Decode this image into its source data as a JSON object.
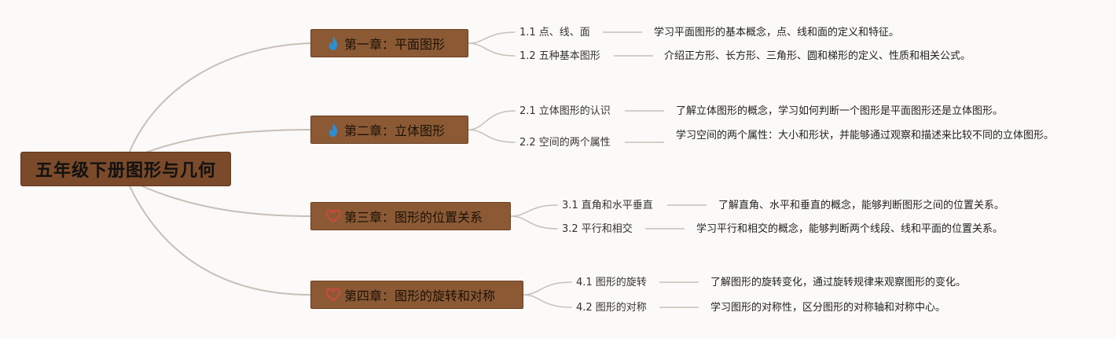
{
  "root": {
    "title": "五年级下册图形与几何"
  },
  "chapters": [
    {
      "title": "第一章：平面图形",
      "icon": "flame-icon",
      "icon_color": "#2b8fd6",
      "sections": [
        {
          "label": "1.1 点、线、面",
          "desc": "学习平面图形的基本概念，点、线和面的定义和特征。"
        },
        {
          "label": "1.2 五种基本图形",
          "desc": "介绍正方形、长方形、三角形、圆和梯形的定义、性质和相关公式。"
        }
      ]
    },
    {
      "title": "第二章：立体图形",
      "icon": "flame-icon",
      "icon_color": "#2b8fd6",
      "sections": [
        {
          "label": "2.1 立体图形的认识",
          "desc": "了解立体图形的概念，学习如何判断一个图形是平面图形还是立体图形。"
        },
        {
          "label": "2.2 空间的两个属性",
          "desc": "学习空间的两个属性：大小和形状，并能够通过观察和描述来比较不同的立体图形。"
        }
      ]
    },
    {
      "title": "第三章：图形的位置关系",
      "icon": "heart-icon",
      "icon_color": "#d9453d",
      "sections": [
        {
          "label": "3.1 直角和水平垂直",
          "desc": "了解直角、水平和垂直的概念，能够判断图形之间的位置关系。"
        },
        {
          "label": "3.2 平行和相交",
          "desc": "学习平行和相交的概念，能够判断两个线段、线和平面的位置关系。"
        }
      ]
    },
    {
      "title": "第四章：图形的旋转和对称",
      "icon": "heart-icon",
      "icon_color": "#d9453d",
      "sections": [
        {
          "label": "4.1 图形的旋转",
          "desc": "了解图形的旋转变化，通过旋转规律来观察图形的变化。"
        },
        {
          "label": "4.2 图形的对称",
          "desc": "学习图形的对称性，区分图形的对称轴和对称中心。"
        }
      ]
    }
  ],
  "colors": {
    "connector": "#c8bfb8",
    "root_bg": "#7a4a2a",
    "chapter_bg": "#8b5a35",
    "background": "#fbfaf8"
  }
}
